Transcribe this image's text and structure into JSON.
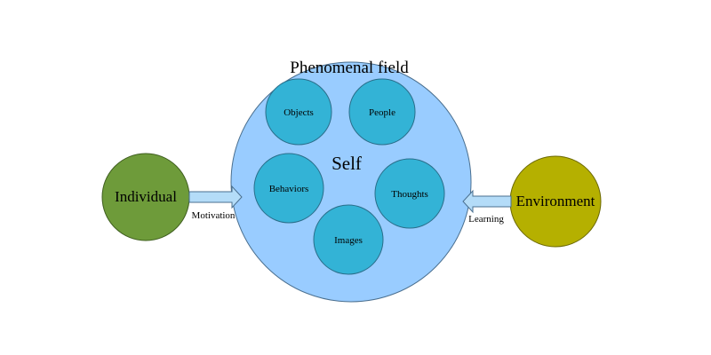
{
  "diagram": {
    "field_title": "Phenomenal field",
    "center_label": "Self",
    "inner_nodes": [
      "Objects",
      "People",
      "Behaviors",
      "Thoughts",
      "Images"
    ],
    "left_node": "Individual",
    "right_node": "Environment",
    "left_arrow_label": "Motivation",
    "right_arrow_label": "Learning"
  },
  "colors": {
    "field_fill": "#99ccff",
    "inner_fill": "#33b3d6",
    "individual_fill": "#6e9b3a",
    "environment_fill": "#b5b000",
    "arrow_fill": "#b4dcf8",
    "outline": "#4a6f8f"
  }
}
